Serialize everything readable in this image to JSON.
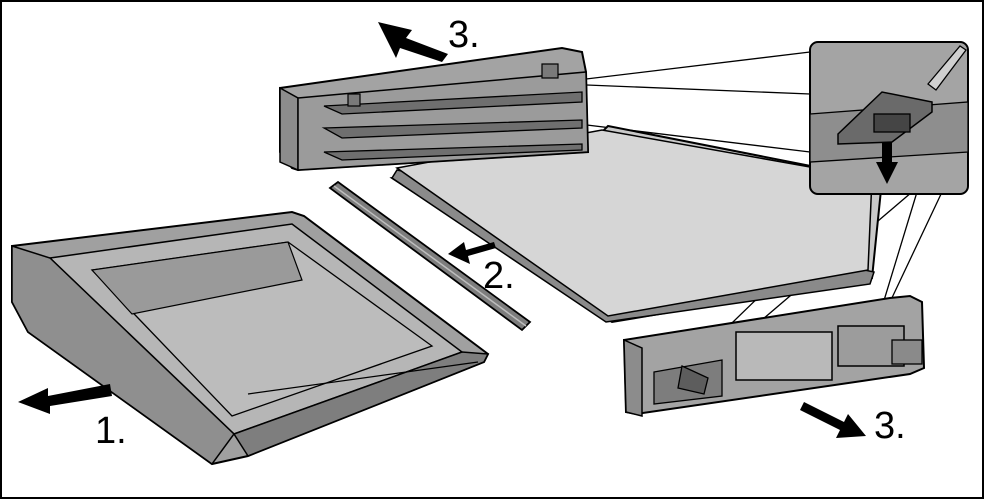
{
  "steps": {
    "step1": "1.",
    "step2": "2.",
    "step3_top": "3.",
    "step3_bottom": "3."
  },
  "colors": {
    "part_fill": "#9b9b9b",
    "part_light": "#b4b4b4",
    "part_dark": "#6f6f6f",
    "glass": "#d2d2d2",
    "outline": "#000000",
    "background": "#ffffff"
  },
  "icons": {
    "arrow": "arrow-icon",
    "zoom_detail": "zoom-detail-icon"
  }
}
